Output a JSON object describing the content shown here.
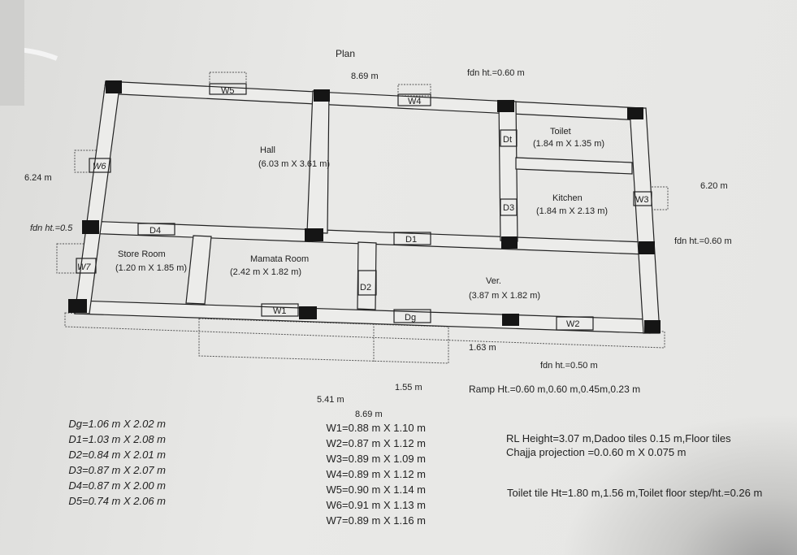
{
  "title": "Plan",
  "dimensions": {
    "top_length": "8.69 m",
    "left_width": "6.24 m",
    "right_width": "6.20 m",
    "bottom_left": "5.41 m",
    "bottom_mid": "1.55 m",
    "bottom_right": "1.63 m",
    "bottom_total": "8.69 m"
  },
  "foundation": {
    "top": "fdn ht.=0.60 m",
    "left": "fdn ht.=0.5",
    "right": "fdn ht.=0.60 m",
    "bottom": "fdn ht.=0.50 m"
  },
  "rooms": {
    "hall": {
      "name": "Hall",
      "size": "(6.03 m X 3.61 m)"
    },
    "toilet": {
      "name": "Toilet",
      "size": "(1.84 m X 1.35 m)"
    },
    "kitchen": {
      "name": "Kitchen",
      "size": "(1.84 m X 2.13 m)"
    },
    "store": {
      "name": "Store Room",
      "size": "(1.20 m X 1.85 m)"
    },
    "mamata": {
      "name": "Mamata Room",
      "size": "(2.42 m X 1.82 m)"
    },
    "verandah": {
      "name": "Ver.",
      "size": "(3.87 m X 1.82 m)"
    }
  },
  "openings": {
    "W1": "W1",
    "W2": "W2",
    "W3": "W3",
    "W4": "W4",
    "W5": "W5",
    "W6": "W6",
    "W7": "W7",
    "D1": "D1",
    "D2": "D2",
    "D3": "D3",
    "D4": "D4",
    "Dt": "Dt",
    "Dg": "Dg"
  },
  "ramp": "Ramp Ht.=0.60 m,0.60 m,0.45m,0.23 m",
  "door_schedule": [
    "Dg=1.06 m X 2.02 m",
    "D1=1.03 m X 2.08 m",
    "D2=0.84 m X 2.01 m",
    "D3=0.87 m X 2.07 m",
    "D4=0.87 m X 2.00 m",
    "D5=0.74 m X 2.06 m"
  ],
  "window_schedule": [
    "W1=0.88 m X 1.10 m",
    "W2=0.87 m X 1.12 m",
    "W3=0.89 m X 1.09 m",
    "W4=0.89 m X 1.12 m",
    "W5=0.90 m X 1.14 m",
    "W6=0.91 m X 1.13 m",
    "W7=0.89 m X 1.16 m"
  ],
  "notes": [
    "RL Height=3.07 m,Dadoo tiles 0.15 m,Floor tiles",
    "Chajja projection =0.0.60 m X 0.075 m"
  ],
  "toilet_note": "Toilet tile Ht=1.80 m,1.56 m,Toilet floor step/ht.=0.26 m"
}
